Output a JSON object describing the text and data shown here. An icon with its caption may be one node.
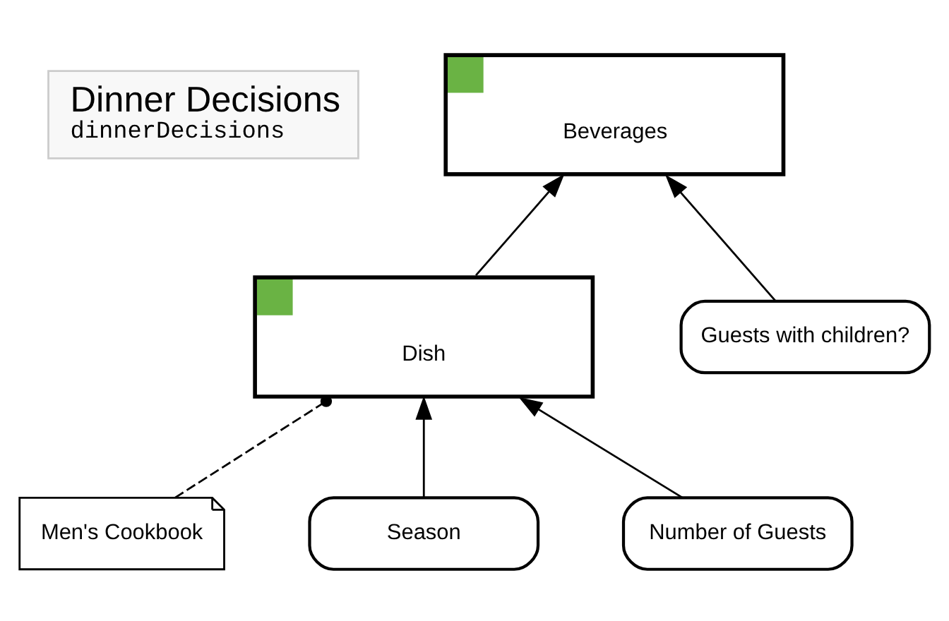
{
  "diagram": {
    "nodes": [
      {
        "text": [
          "Dinner Decisions",
          "dinnerDecisions"
        ]
      },
      {
        "text": [
          "Beverages"
        ]
      },
      {
        "text": [
          "Dish"
        ]
      },
      {
        "text": [
          "Men's Cookbook"
        ]
      },
      {
        "text": [
          "Guests with children?"
        ]
      },
      {
        "text": [
          "Season"
        ]
      },
      {
        "text": [
          "Number of Guests"
        ]
      }
    ],
    "edges": [
      {
        "from": 2,
        "to": 1,
        "arrow": "to"
      },
      {
        "from": 4,
        "to": 1,
        "arrow": "to"
      },
      {
        "from": 3,
        "to": 2,
        "arrow": "other",
        "style": "dashed"
      },
      {
        "from": 5,
        "to": 2,
        "arrow": "to"
      },
      {
        "from": 6,
        "to": 2,
        "arrow": "to"
      }
    ]
  }
}
